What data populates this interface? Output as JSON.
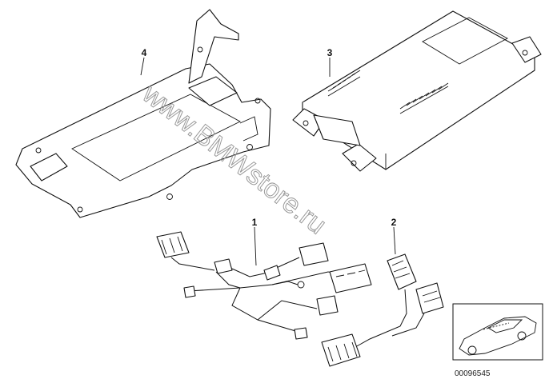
{
  "diagram": {
    "callouts": [
      {
        "id": "1",
        "label": "1"
      },
      {
        "id": "2",
        "label": "2"
      },
      {
        "id": "3",
        "label": "3"
      },
      {
        "id": "4",
        "label": "4"
      }
    ],
    "watermark": "www.BMWstore.ru",
    "reference_number": "00096545",
    "line_color": "#111111",
    "watermark_color": "#9a9a9a"
  }
}
